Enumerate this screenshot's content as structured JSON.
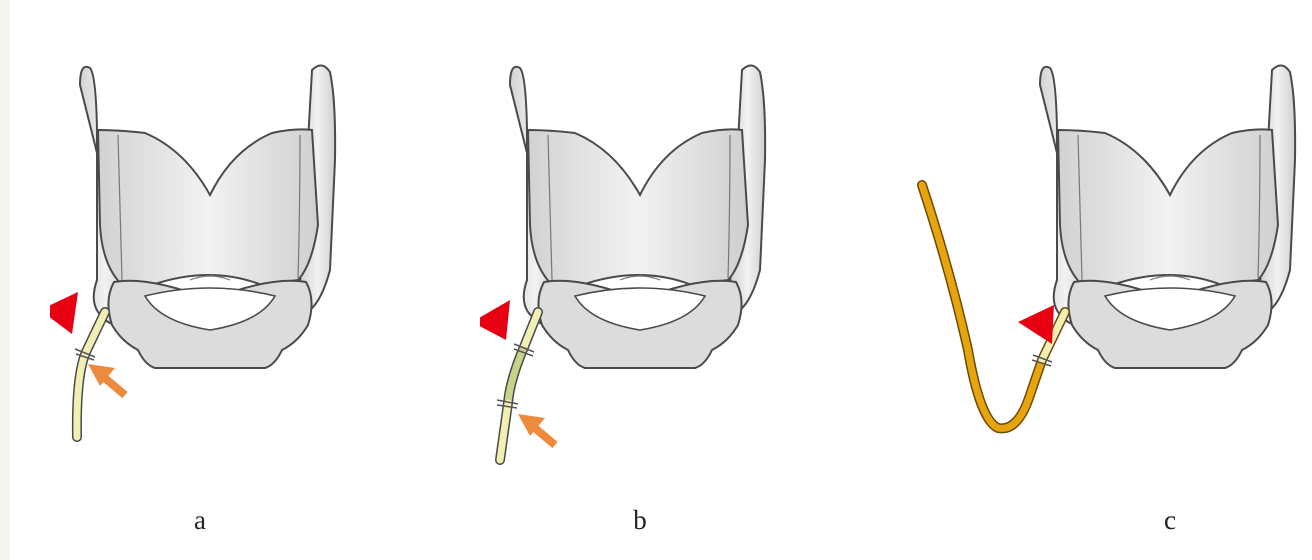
{
  "panels": [
    {
      "label": "a",
      "nerve_color": "#f2efb4",
      "graft_color": null,
      "connector": "short"
    },
    {
      "label": "b",
      "nerve_color": "#f2efb4",
      "graft_color": "#c7d28a",
      "connector": "short"
    },
    {
      "label": "c",
      "nerve_color": "#f2efb4",
      "graft_color": "#e8a40c",
      "connector": "long-loop"
    }
  ],
  "colors": {
    "cartilage": "#e6e6e6",
    "cartilage_shade": "#cfcfcf",
    "outline": "#4a4a4a",
    "arrowhead": "#e60012",
    "arrow": "#ee8a3c",
    "background": "#ffffff",
    "margin": "#f4f7ee"
  },
  "markers": [
    "arrowhead",
    "arrow"
  ]
}
